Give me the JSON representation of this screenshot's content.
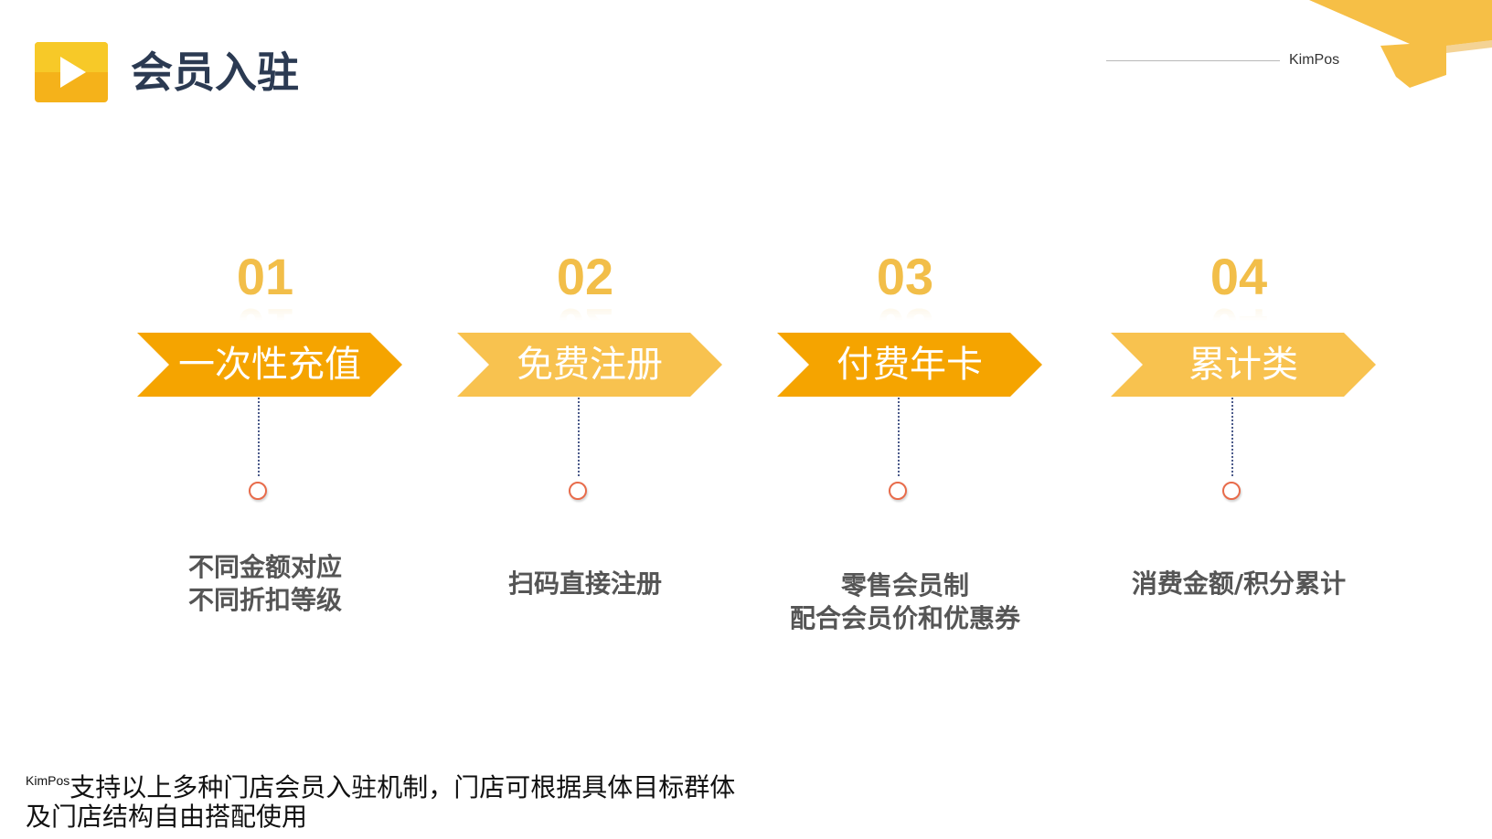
{
  "header": {
    "title": "会员入驻",
    "brand": "KimPos",
    "logo_icon": "play-icon"
  },
  "colors": {
    "title": "#2b3a52",
    "accent_dark": "#f5a400",
    "accent_light": "#f8c24f",
    "number": "#f2be49",
    "dot": "#e86b4a",
    "connector": "#4b5a8a"
  },
  "steps": [
    {
      "number": "01",
      "label": "一次性充值",
      "desc_lines": [
        "不同金额对应",
        "不同折扣等级"
      ]
    },
    {
      "number": "02",
      "label": "免费注册",
      "desc_lines": [
        "扫码直接注册"
      ]
    },
    {
      "number": "03",
      "label": "付费年卡",
      "desc_lines": [
        "零售会员制",
        "配合会员价和优惠券"
      ]
    },
    {
      "number": "04",
      "label": "累计类",
      "desc_lines": [
        "消费金额/积分累计"
      ]
    }
  ],
  "footer": {
    "brand_sup": "KimPos",
    "text_line1": "支持以上多种门店会员入驻机制，门店可根据具体目标群体",
    "text_line2": "及门店结构自由搭配使用"
  }
}
